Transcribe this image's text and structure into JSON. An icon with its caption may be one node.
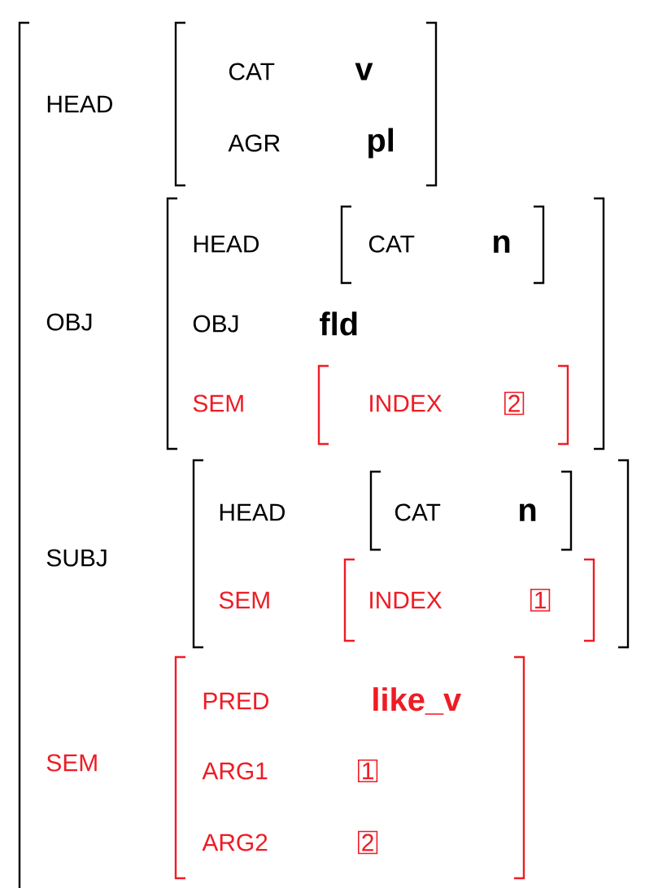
{
  "diagram": {
    "labels": [
      "HEAD",
      "CAT",
      "v",
      "AGR",
      "pl",
      "OBJ",
      "HEAD",
      "CAT",
      "n",
      "OBJ",
      "fld",
      "SEM",
      "INDEX",
      "2",
      "SUBJ",
      "HEAD",
      "CAT",
      "n",
      "SEM",
      "INDEX",
      "1",
      "SEM",
      "PRED",
      "like_v",
      "ARG1",
      "1",
      "ARG2",
      "2"
    ]
  }
}
